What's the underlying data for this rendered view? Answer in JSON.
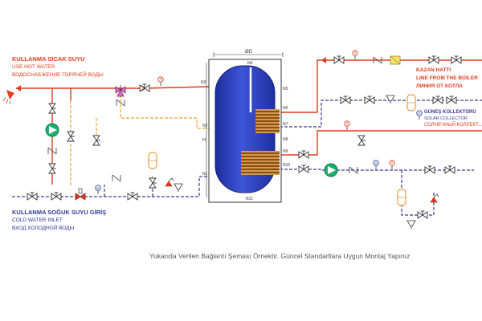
{
  "hot_water": {
    "title": "KULLANMA SICAK SUYU",
    "en": "USE HOT WATER",
    "ru": "ВОДОСНАБЖЕНИЕ ГОРЯЧЕЙ ВОДЫ"
  },
  "cold_water": {
    "title": "KULLANMA SOĞUK SUYU GİRİŞ",
    "en": "COLD WATER INLET",
    "ru": "ВХОД ХОЛОДНОЙ ВОДЫ"
  },
  "boiler_line": {
    "title": "KAZAN HATTI",
    "en": "LINE FROM THE BOILER",
    "ru": "ЛИНИЯ ОТ КОТЛА"
  },
  "solar": {
    "title": "GÜNEŞ KOLLEKTÖRÜ",
    "en": "SOLAR COLLECTOR",
    "ru": "СОЛНЕЧНЫЙ КОЛЛЕКТ..."
  },
  "tank": {
    "diameter": "ØD",
    "height": "H",
    "nozzles": [
      "N4",
      "N3",
      "N5",
      "N6",
      "N7",
      "N2",
      "N8",
      "N9",
      "N10",
      "N1",
      "N11"
    ]
  },
  "caption": "Yukarıda Verilen Bağlantı Şeması Örnektir. Güncel Standartlara Uygun Montaj Yapınız",
  "colors": {
    "hot": "#e53a1c",
    "cold": "#2c3a96",
    "recirculation": "#f0a030",
    "tank": "#3046c8",
    "coil": "#b5762c",
    "pump": "#18b06a"
  },
  "icons": [
    "shower-icon",
    "valve-icon",
    "pump-icon",
    "check-valve-icon",
    "thermometer-icon",
    "manometer-icon",
    "expansion-tank-icon",
    "safety-valve-icon",
    "filter-icon",
    "three-way-valve-icon"
  ]
}
